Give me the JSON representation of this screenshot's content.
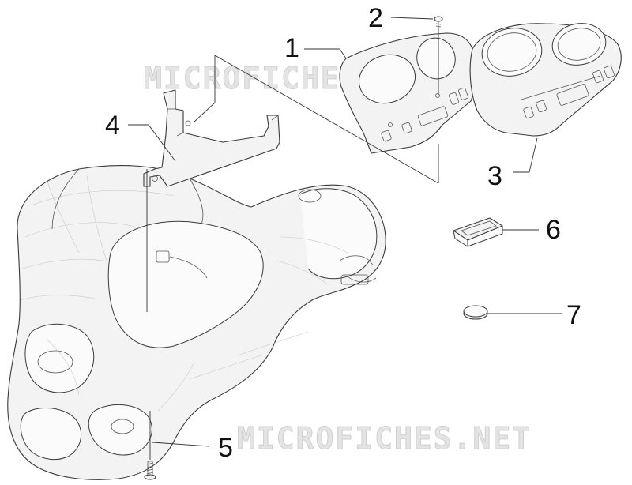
{
  "diagram": {
    "callouts": [
      {
        "id": "1",
        "label": "1"
      },
      {
        "id": "2",
        "label": "2"
      },
      {
        "id": "3",
        "label": "3"
      },
      {
        "id": "4",
        "label": "4"
      },
      {
        "id": "5",
        "label": "5"
      },
      {
        "id": "6",
        "label": "6"
      },
      {
        "id": "7",
        "label": "7"
      }
    ],
    "watermark": "MICROFICHES.NET",
    "colors": {
      "line": "#3a3a3a",
      "fill": "#f3f3f3",
      "watermark": "#e4e4e4"
    }
  }
}
